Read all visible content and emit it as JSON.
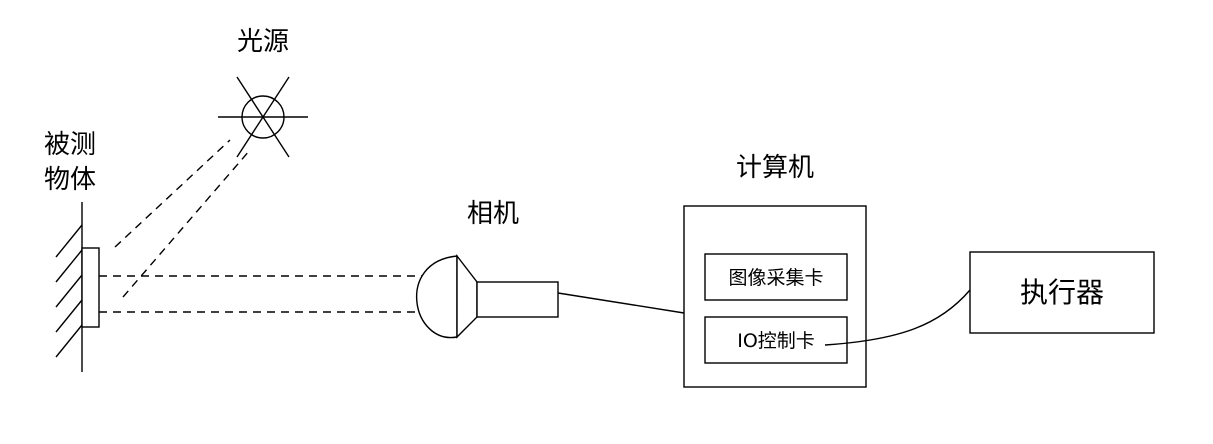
{
  "labels": {
    "light_source": "光源",
    "object_line1": "被测",
    "object_line2": "物体",
    "camera": "相机",
    "computer": "计算机",
    "capture_card": "图像采集卡",
    "io_card": "IO控制卡",
    "actuator": "执行器"
  }
}
